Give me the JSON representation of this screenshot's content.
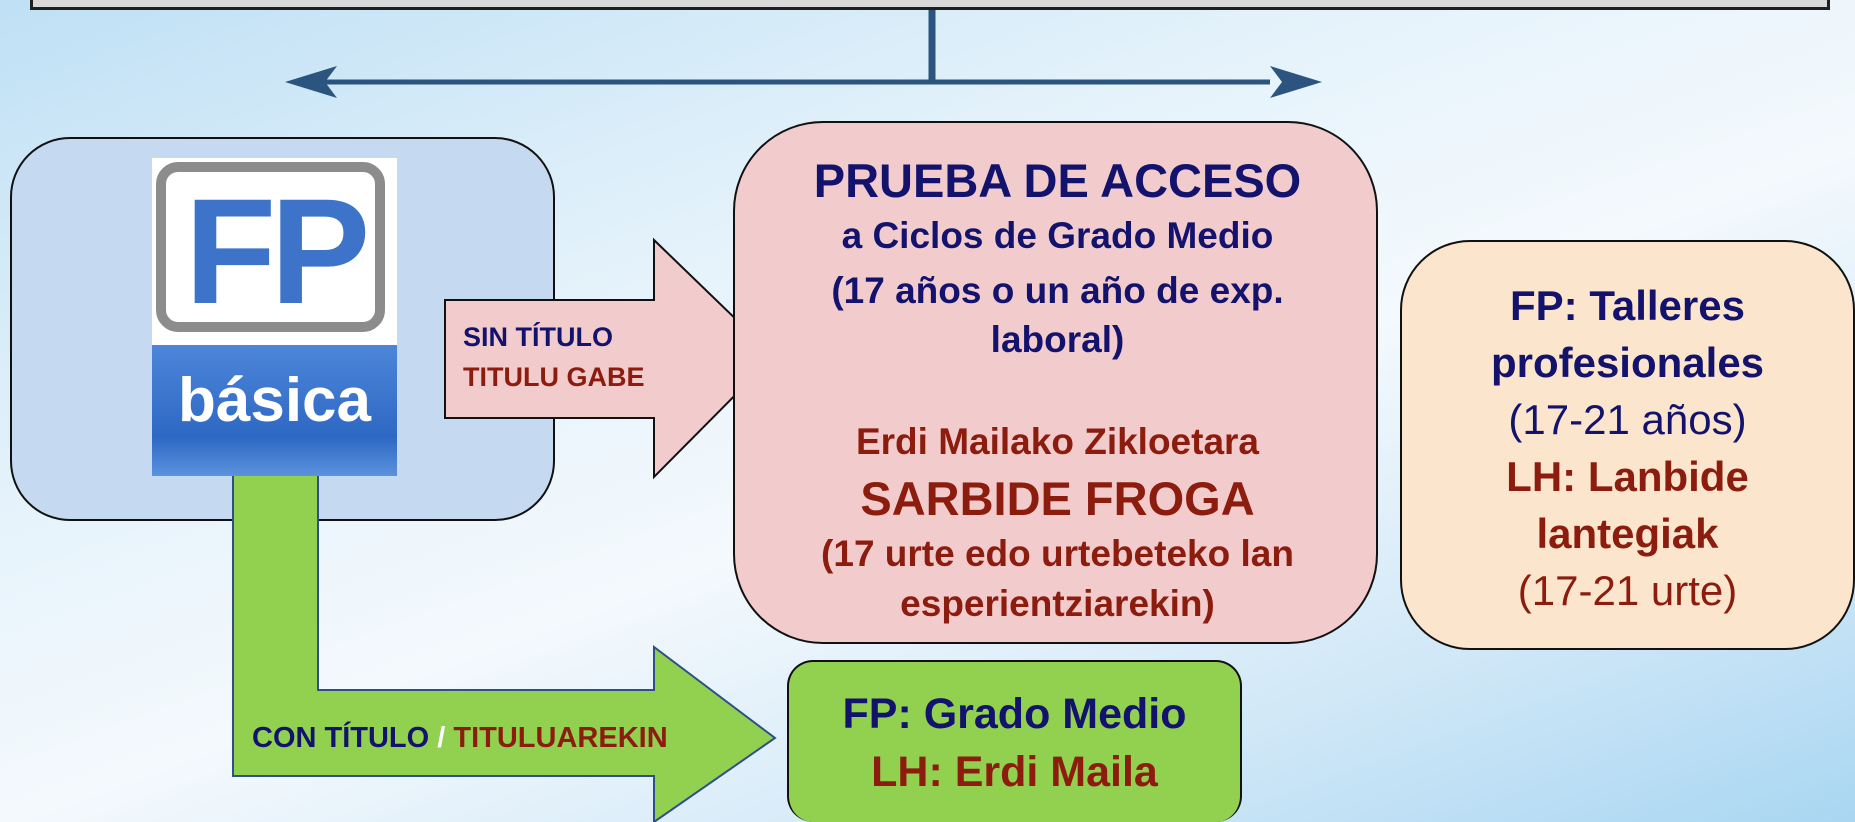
{
  "logo": {
    "top": "FP",
    "bottom": "básica"
  },
  "sin_titulo": {
    "es": "SIN TÍTULO",
    "eu": "TITULU GABE"
  },
  "con_titulo": {
    "es": "CON TÍTULO",
    "sep": " / ",
    "eu": "TITULUAREKIN"
  },
  "prueba": {
    "title": "PRUEBA DE ACCESO",
    "line2": "a Ciclos de Grado Medio",
    "line3": "(17 años o un año de exp.",
    "line4": "laboral)",
    "eu_line1": "Erdi Mailako Zikloetara",
    "eu_title": "SARBIDE FROGA",
    "eu_line3": "(17 urte edo urtebeteko lan",
    "eu_line4": "esperientziarekin)"
  },
  "talleres": {
    "l1": "FP: Talleres",
    "l2": "profesionales",
    "l3": "(17-21 años)",
    "l4": "LH: Lanbide",
    "l5": "lantegiak",
    "l6": "(17-21 urte)"
  },
  "grado": {
    "l1": "FP: Grado Medio",
    "l2": "LH: Erdi Maila"
  },
  "colors": {
    "fp_box": "#c5d9f1",
    "prueba_box": "#f2cbcc",
    "talleres_box": "#fbe5cc",
    "green": "#92d050",
    "navy": "#13136e",
    "dark_red": "#8b1c0e",
    "connector": "#2b557f"
  }
}
